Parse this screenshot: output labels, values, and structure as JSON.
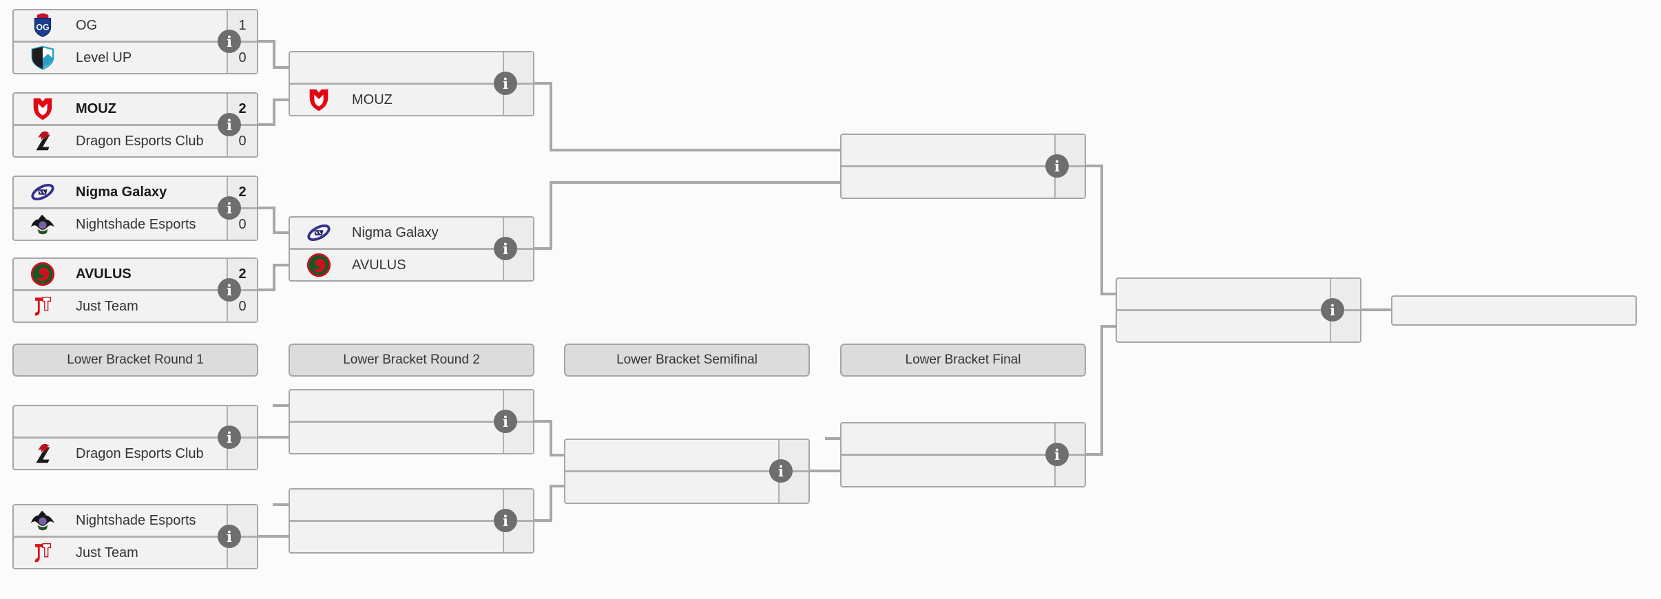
{
  "info_glyph": "i",
  "headers": [
    {
      "label": "Lower Bracket Round 1"
    },
    {
      "label": "Lower Bracket Round 2"
    },
    {
      "label": "Lower Bracket Semifinal"
    },
    {
      "label": "Lower Bracket Final"
    }
  ],
  "bracket": {
    "ub_r1": [
      {
        "top": {
          "name": "OG",
          "score": "1",
          "icon": "og-logo"
        },
        "bottom": {
          "name": "Level UP",
          "score": "0",
          "icon": "levelup-logo"
        }
      },
      {
        "top": {
          "name": "MOUZ",
          "score": "2",
          "icon": "mouz-logo"
        },
        "bottom": {
          "name": "Dragon Esports Club",
          "score": "0",
          "icon": "dragon-logo"
        }
      },
      {
        "top": {
          "name": "Nigma Galaxy",
          "score": "2",
          "icon": "nigma-logo"
        },
        "bottom": {
          "name": "Nightshade Esports",
          "score": "0",
          "icon": "nightshade-logo"
        }
      },
      {
        "top": {
          "name": "AVULUS",
          "score": "2",
          "icon": "avulus-logo"
        },
        "bottom": {
          "name": "Just Team",
          "score": "0",
          "icon": "justteam-logo"
        }
      }
    ],
    "ub_r2": [
      {
        "top": {
          "name": "",
          "score": ""
        },
        "bottom": {
          "name": "MOUZ",
          "score": "",
          "icon": "mouz-logo"
        }
      },
      {
        "top": {
          "name": "Nigma Galaxy",
          "score": "",
          "icon": "nigma-logo"
        },
        "bottom": {
          "name": "AVULUS",
          "score": "",
          "icon": "avulus-logo"
        }
      }
    ],
    "ub_final": {
      "top": {
        "name": "",
        "score": ""
      },
      "bottom": {
        "name": "",
        "score": ""
      }
    },
    "grand_final": {
      "top": {
        "name": "",
        "score": ""
      },
      "bottom": {
        "name": "",
        "score": ""
      }
    },
    "champion": {
      "name": ""
    },
    "lb_r1": [
      {
        "top": {
          "name": "",
          "score": ""
        },
        "bottom": {
          "name": "Dragon Esports Club",
          "score": "",
          "icon": "dragon-logo"
        }
      },
      {
        "top": {
          "name": "Nightshade Esports",
          "score": "",
          "icon": "nightshade-logo"
        },
        "bottom": {
          "name": "Just Team",
          "score": "",
          "icon": "justteam-logo"
        }
      }
    ],
    "lb_r2": [
      {
        "top": {
          "name": "",
          "score": ""
        },
        "bottom": {
          "name": "",
          "score": ""
        }
      },
      {
        "top": {
          "name": "",
          "score": ""
        },
        "bottom": {
          "name": "",
          "score": ""
        }
      }
    ],
    "lb_semifinal": {
      "top": {
        "name": "",
        "score": ""
      },
      "bottom": {
        "name": "",
        "score": ""
      }
    },
    "lb_final": {
      "top": {
        "name": "",
        "score": ""
      },
      "bottom": {
        "name": "",
        "score": ""
      }
    }
  },
  "colors": {
    "page_bg": "#fbfbfb",
    "box_fill": "#f2f2f2",
    "score_fill": "#ececec",
    "border": "#a6a6a6",
    "connector": "#a8a8a8",
    "header_fill": "#dcdcdc",
    "info_bg": "#6e6e6e",
    "mouz_red": "#e30613",
    "nigma_indigo": "#33308a",
    "og_blue": "#1b3c8f"
  }
}
